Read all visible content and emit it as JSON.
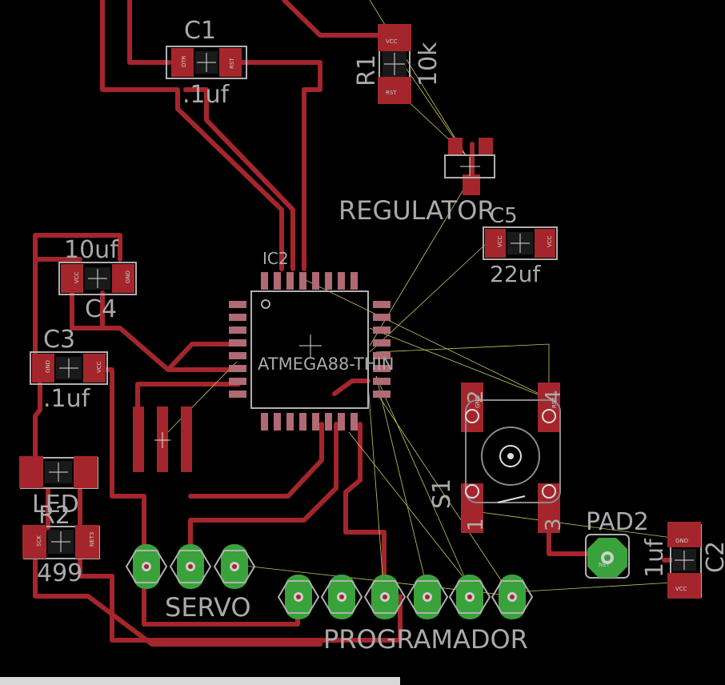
{
  "board": {
    "background": "#000000",
    "copper_color": "#a4262c",
    "via_color": "#3aa23a",
    "silk_color": "#aaaaaa",
    "airwire_color": "#c8c85a"
  },
  "components": {
    "c1": {
      "name": "C1",
      "value": ".1uf",
      "pin_a": "DTR",
      "pin_b": "RST"
    },
    "r1": {
      "name": "R1",
      "value": "10k",
      "pin_a": "VCC",
      "pin_b": "RST"
    },
    "regulator": {
      "name": "REGULATOR"
    },
    "c5": {
      "name": "C5",
      "value": "22uf",
      "pin_a": "VCC",
      "pin_b": "VCC"
    },
    "c4": {
      "name": "C4",
      "value": "10uf",
      "pin_a": "VCC",
      "pin_b": "GND"
    },
    "c3": {
      "name": "C3",
      "value": ".1uf",
      "pin_a": "GND",
      "pin_b": "VCC"
    },
    "ic2": {
      "name": "IC2",
      "value": "ATMEGA88-THIN"
    },
    "led": {
      "name": "LED"
    },
    "r2": {
      "name": "R2",
      "value": "499",
      "pin_a": "SCK",
      "pin_b": "NET3"
    },
    "s1": {
      "name": "S1",
      "pin1": "1",
      "pin2": "2",
      "pin3": "3",
      "pin4": "4",
      "pad_a": "GND",
      "pad_b": "RST"
    },
    "pad2": {
      "name": "PAD2",
      "pad": "NET"
    },
    "c2": {
      "name": "C2",
      "value": "1uf",
      "pin_a": "GND",
      "pin_b": "VCC"
    },
    "servo": {
      "name": "SERVO"
    },
    "programador": {
      "name": "PROGRAMADOR"
    }
  }
}
